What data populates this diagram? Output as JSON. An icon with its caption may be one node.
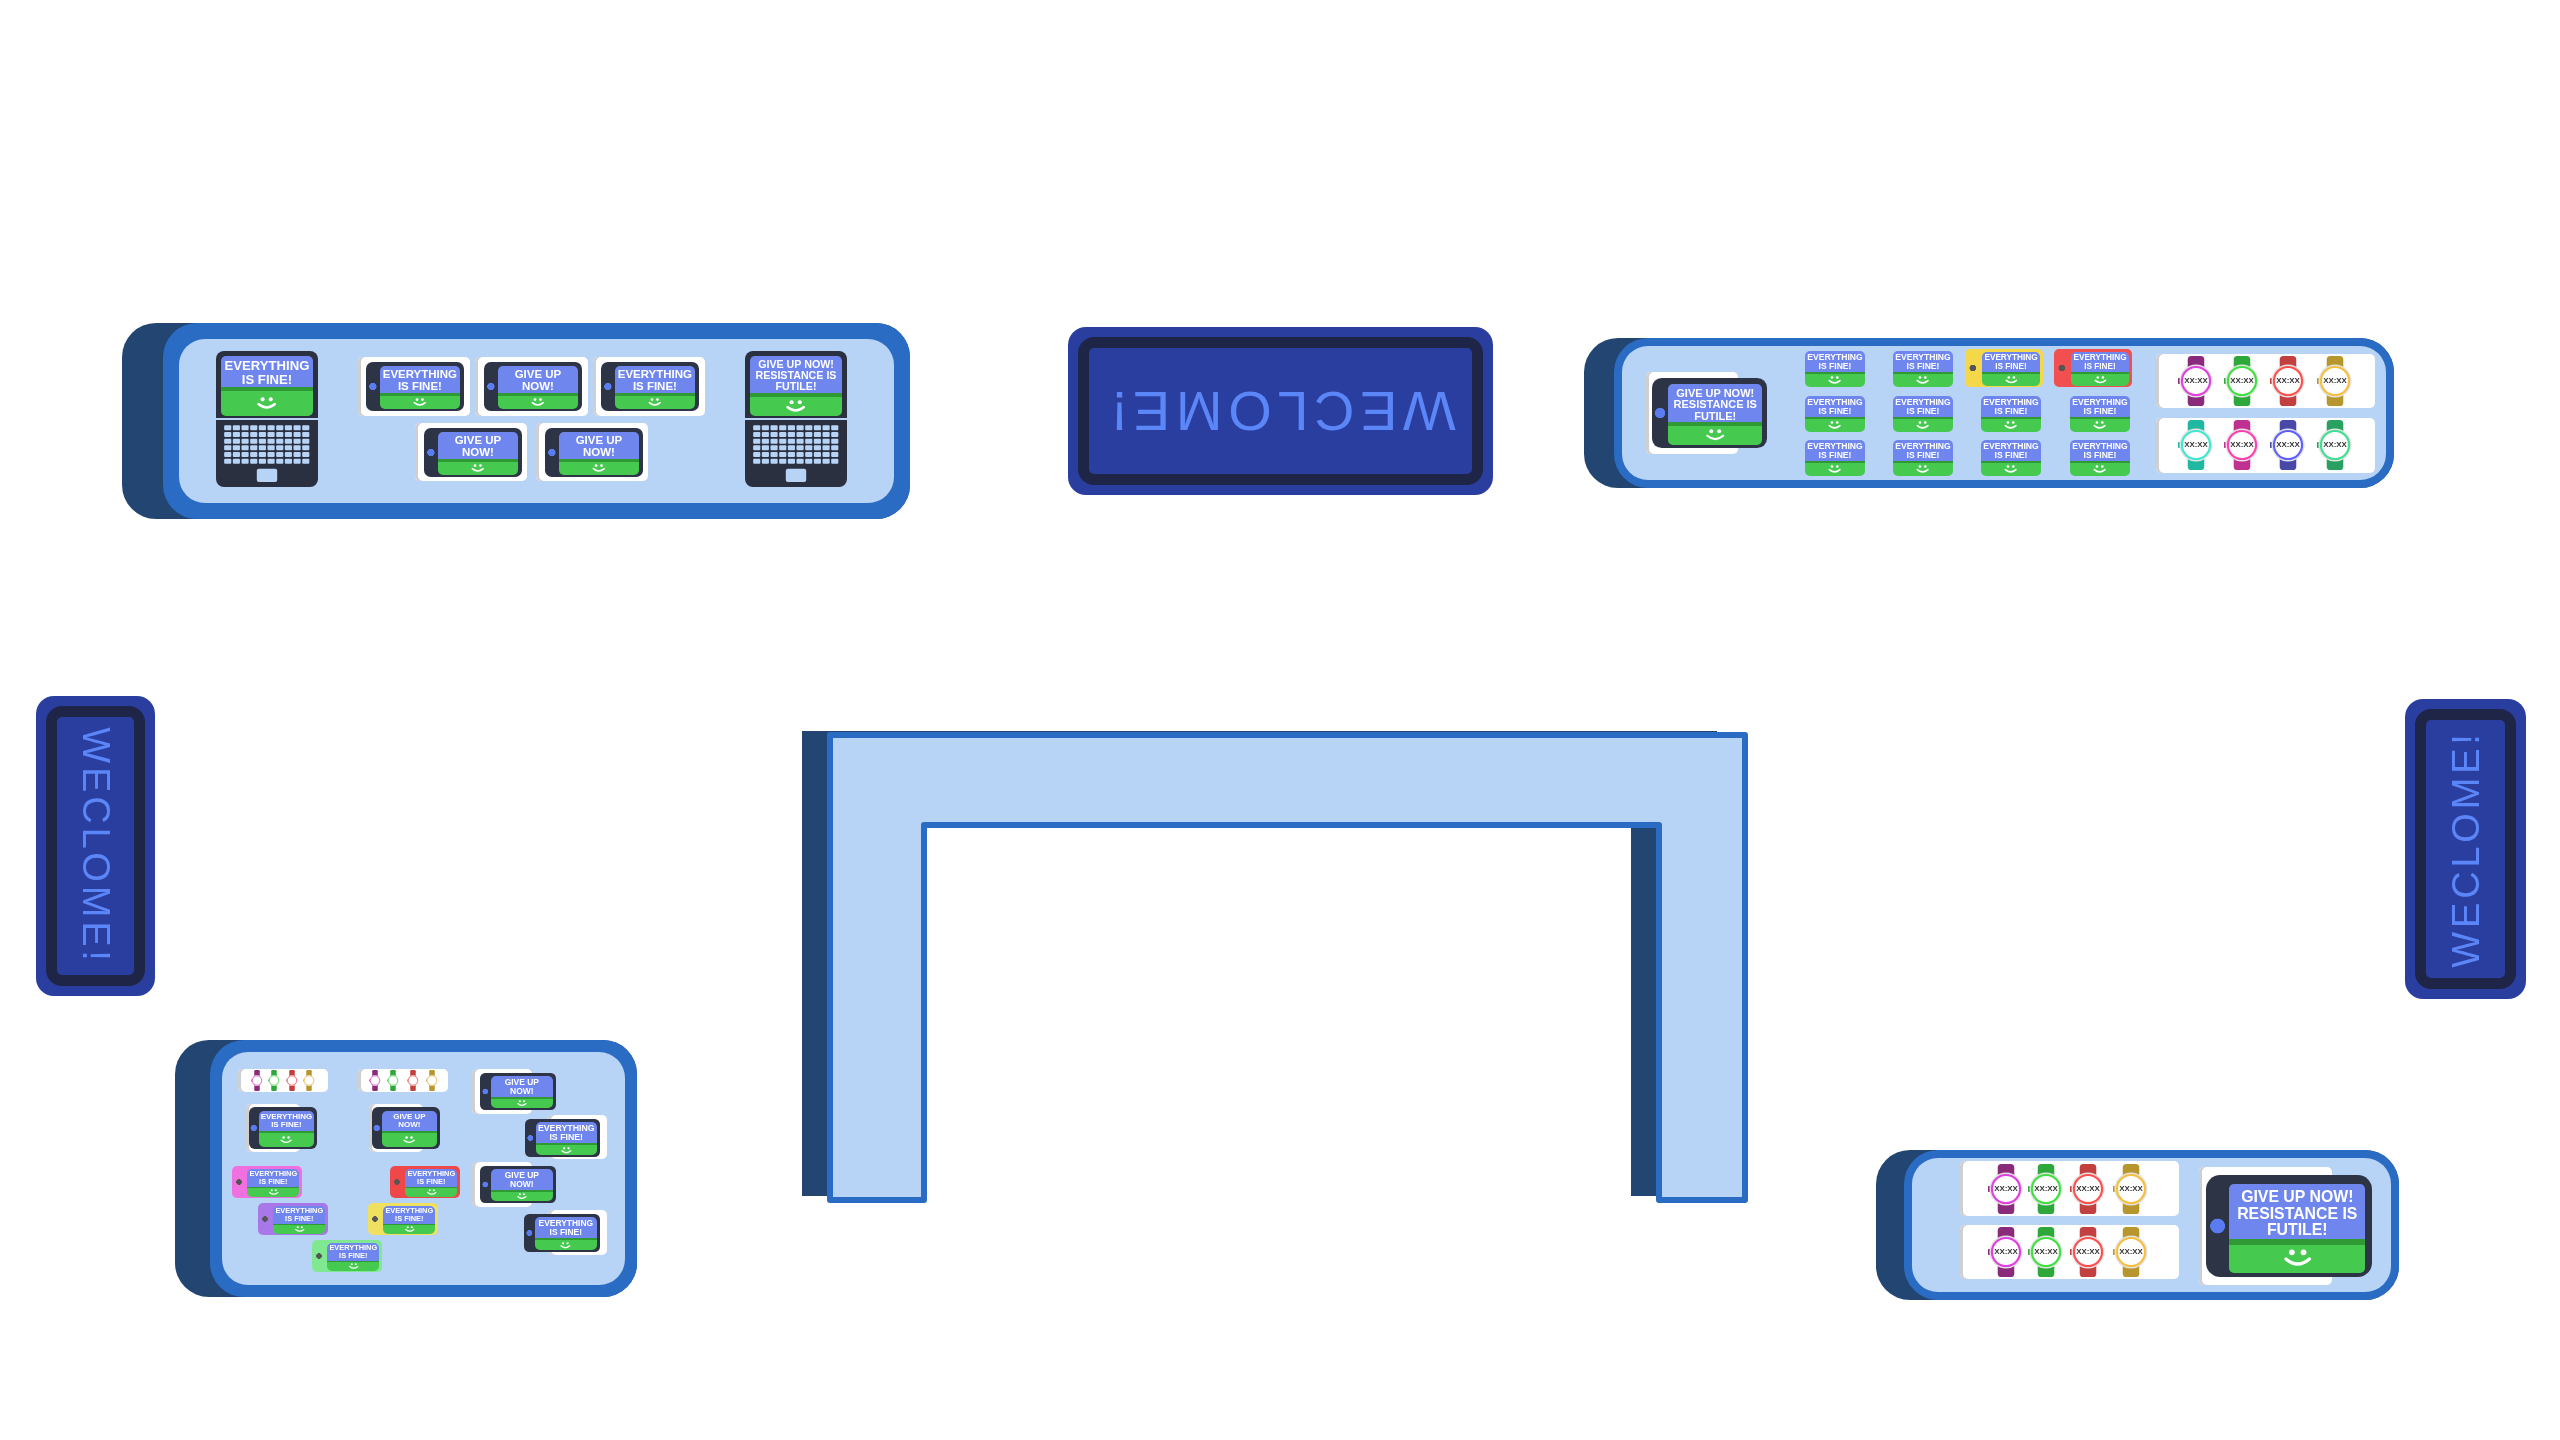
{
  "diagram": {
    "nodes": [
      {
        "text": [],
        "shape": "box"
      },
      {
        "text": [
          "EVERYTHING IS FINE!"
        ],
        "in": 0
      },
      {
        "text": [
          "EVERYTHING IS FINE!"
        ],
        "in": 0
      },
      {
        "text": [
          "GIVE UP NOW!"
        ],
        "in": 0
      },
      {
        "text": [
          "EVERYTHING IS FINE!"
        ],
        "in": 0
      },
      {
        "text": [
          "GIVE UP NOW! RESISTANCE IS FUTILE!"
        ],
        "in": 0
      },
      {
        "text": [
          "GIVE UP NOW!"
        ],
        "in": 0
      },
      {
        "text": [
          "GIVE UP NOW!"
        ],
        "in": 0
      },
      {
        "text": [
          "WECLOME!"
        ]
      },
      {
        "text": [],
        "shape": "box"
      },
      {
        "text": [
          "GIVE UP NOW! RESISTANCE IS FUTILE!"
        ],
        "in": 9
      },
      {
        "text": [
          "EVERYTHING IS FINE!"
        ],
        "in": 9
      },
      {
        "text": [
          "EVERYTHING IS FINE!"
        ],
        "in": 9
      },
      {
        "text": [
          "EVERYTHING IS FINE!"
        ],
        "in": 9
      },
      {
        "text": [
          "EVERYTHING IS FINE!"
        ],
        "in": 9
      },
      {
        "text": [
          "EVERYTHING IS FINE!"
        ],
        "in": 9
      },
      {
        "text": [
          "EVERYTHING IS FINE!"
        ],
        "in": 9
      },
      {
        "text": [
          "EVERYTHING IS FINE!"
        ],
        "in": 9
      },
      {
        "text": [
          "EVERYTHING IS FINE!"
        ],
        "in": 9
      },
      {
        "text": [
          "EVERYTHING IS FINE!"
        ],
        "in": 9
      },
      {
        "text": [
          "EVERYTHING IS FINE!"
        ],
        "in": 9
      },
      {
        "text": [
          "EVERYTHING IS FINE!"
        ],
        "in": 9
      },
      {
        "text": [
          "EVERYTHING IS FINE!"
        ],
        "in": 9
      },
      {
        "text": [
          "XX:XX"
        ],
        "in": 9
      },
      {
        "text": [
          "XX:XX"
        ],
        "in": 9
      },
      {
        "text": [
          "XX:XX"
        ],
        "in": 9
      },
      {
        "text": [
          "XX:XX"
        ],
        "in": 9
      },
      {
        "text": [
          "XX:XX"
        ],
        "in": 9
      },
      {
        "text": [
          "XX:XX"
        ],
        "in": 9
      },
      {
        "text": [
          "XX:XX"
        ],
        "in": 9
      },
      {
        "text": [
          "XX:XX"
        ],
        "in": 9
      },
      {
        "text": [
          "WECLOME!"
        ]
      },
      {
        "text": [
          "WECLOME!"
        ]
      },
      {
        "text": [],
        "shape": "box"
      },
      {
        "text": [],
        "shape": "picture",
        "in": 33
      },
      {
        "text": [],
        "shape": "picture",
        "in": 33
      },
      {
        "text": [],
        "shape": "picture",
        "in": 33
      },
      {
        "text": [],
        "shape": "picture",
        "in": 33
      },
      {
        "text": [],
        "shape": "picture",
        "in": 33
      },
      {
        "text": [],
        "shape": "picture",
        "in": 33
      },
      {
        "text": [],
        "shape": "picture",
        "in": 33
      },
      {
        "text": [],
        "shape": "picture",
        "in": 33
      },
      {
        "text": [
          "GIVE UP NOW!"
        ],
        "in": 33
      },
      {
        "text": [
          "EVERYTHING IS FINE!"
        ],
        "in": 33
      },
      {
        "text": [
          "GIVE UP NOW!"
        ],
        "in": 33
      },
      {
        "text": [
          "EVERYTHING IS FINE!"
        ],
        "in": 33
      },
      {
        "text": [
          "EVERYTHING IS FINE!"
        ],
        "in": 33
      },
      {
        "text": [
          "EVERYTHING IS FINE!"
        ],
        "in": 33
      },
      {
        "text": [
          "GIVE UP NOW!"
        ],
        "in": 33
      },
      {
        "text": [
          "EVERYTHING IS FINE!"
        ],
        "in": 33
      },
      {
        "text": [
          "EVERYTHING IS FINE!"
        ],
        "in": 33
      },
      {
        "text": [
          "EVERYTHING IS FINE!"
        ],
        "in": 33
      },
      {
        "text": [
          "EVERYTHING IS FINE!"
        ],
        "in": 33
      },
      {
        "text": [],
        "shape": "box"
      },
      {
        "text": [
          "XX:XX"
        ],
        "in": 53
      },
      {
        "text": [
          "XX:XX"
        ],
        "in": 53
      },
      {
        "text": [
          "XX:XX"
        ],
        "in": 53
      },
      {
        "text": [
          "XX:XX"
        ],
        "in": 53
      },
      {
        "text": [
          "XX:XX"
        ],
        "in": 53
      },
      {
        "text": [
          "XX:XX"
        ],
        "in": 53
      },
      {
        "text": [
          "XX:XX"
        ],
        "in": 53
      },
      {
        "text": [
          "XX:XX"
        ],
        "in": 53
      },
      {
        "text": [
          "GIVE UP NOW! RESISTANCE IS FUTILE!"
        ],
        "in": 53
      }
    ]
  }
}
